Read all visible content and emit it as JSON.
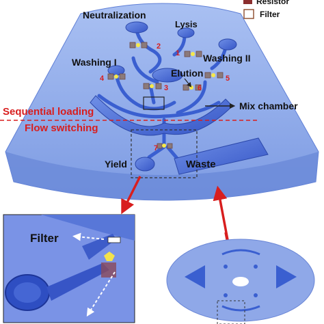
{
  "legend": {
    "resistor": "Resistor",
    "filter": "Filter"
  },
  "chambers": {
    "neutralization": "Neutralization",
    "lysis": "Lysis",
    "washing1": "Washing I",
    "washing2": "Washing II",
    "elution": "Elution",
    "mix": "Mix chamber",
    "yield": "Yield",
    "waste": "Waste"
  },
  "stages": {
    "loading": "Sequential loading",
    "switching": "Flow switching"
  },
  "valves": [
    "1",
    "2",
    "3",
    "4",
    "5",
    "6",
    "7"
  ],
  "inset": {
    "filter": "Filter"
  },
  "colors": {
    "disk": "#8aa8ea",
    "channel": "#3a5fd0",
    "accent": "#d81e1e",
    "resistor": "#8b3a3a"
  }
}
